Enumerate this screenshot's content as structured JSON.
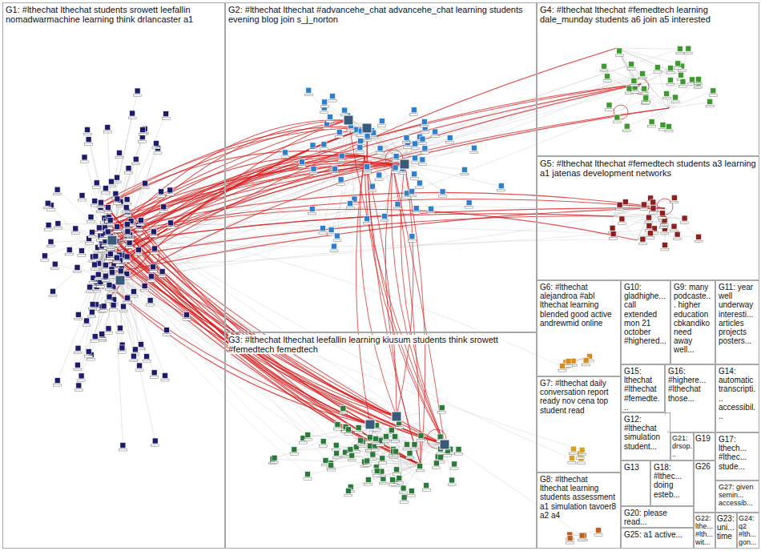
{
  "diagram": {
    "nodes": [
      {
        "text": [
          "G1: #lthechat lthechat students srowett leefallin nomadwarmachine learning think drlancaster a1"
        ]
      },
      {
        "text": [
          "G2: #lthechat lthechat #advancehe_chat advancehe_chat learning students evening blog join s_j_norton"
        ]
      },
      {
        "text": [
          "G3: #lthechat lthechat leefallin learning kiusum students think srowett #femedtech femedtech"
        ]
      },
      {
        "text": [
          "G4: #lthechat lthechat #femedtech learning dale_munday students a6 join a5 interested"
        ]
      },
      {
        "text": [
          "G5: #lthechat lthechat #femedtech students a3 learning a1 jatenas development networks"
        ]
      },
      {
        "text": [
          "G6: #lthechat alejandroa #abl lthechat learning blended good active andrewmid online"
        ]
      },
      {
        "text": [
          "G7: #lthechat daily conversation report ready nov cena top student read"
        ]
      },
      {
        "text": [
          "G8: #lthechat lthechat learning students assessment a1 simulation tavoer8 a2 a4"
        ]
      },
      {
        "text": [
          "G9: many podcaste... higher education cbkandiko need away well..."
        ]
      },
      {
        "text": [
          "G10: gladhighe... call extended mon 21 october #highered..."
        ]
      },
      {
        "text": [
          "G11: year well underway interesti... articles projects posters..."
        ]
      },
      {
        "text": [
          "G12: #lthechat simulation student..."
        ]
      },
      {
        "text": [
          "G13"
        ]
      },
      {
        "text": [
          "G14: automatic transcripti... accessibil..."
        ]
      },
      {
        "text": [
          "G15: lthechat #lthechat #femedte..."
        ]
      },
      {
        "text": [
          "G16: #highere... #lthechat those..."
        ]
      },
      {
        "text": [
          "G17: lthech... #lthec... stude..."
        ]
      },
      {
        "text": [
          "G18: #lthec... doing esteb..."
        ]
      },
      {
        "text": [
          "G19"
        ]
      },
      {
        "text": [
          "G20: please read..."
        ]
      },
      {
        "text": [
          "G21: drsop..."
        ]
      },
      {
        "text": [
          "G22: lthe... #lth... wit..."
        ]
      },
      {
        "text": [
          "G23: uni... time"
        ]
      },
      {
        "text": [
          "G24: q2 #lth... gon..."
        ]
      },
      {
        "text": [
          "G25: a1 active..."
        ]
      },
      {
        "text": [
          "G26"
        ]
      },
      {
        "text": [
          "G27: given semin... accessib..."
        ]
      }
    ]
  }
}
